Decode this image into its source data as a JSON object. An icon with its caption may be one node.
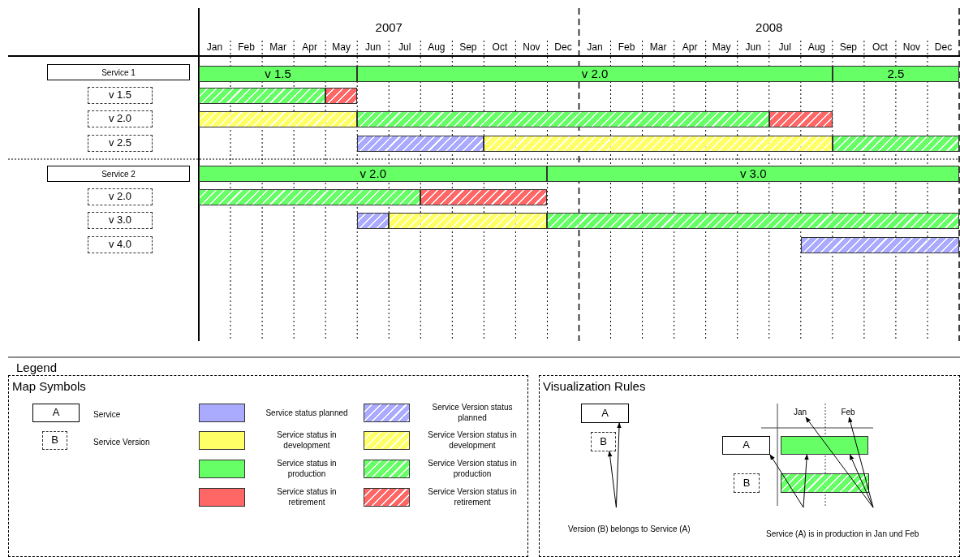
{
  "diagram": {
    "nodes": [
      {
        "text": [
          "Service 1"
        ]
      },
      {
        "text": [
          "v 1.5"
        ]
      },
      {
        "text": [
          "v 2.0"
        ]
      },
      {
        "text": [
          "v 2.5"
        ]
      },
      {
        "text": [
          "Service 2"
        ]
      },
      {
        "text": [
          "v 2.0"
        ]
      },
      {
        "text": [
          "v 3.0"
        ]
      },
      {
        "text": [
          "v 4.0"
        ]
      },
      {
        "text": [
          "v 1.5"
        ]
      },
      {
        "text": [
          "v 2.0"
        ]
      },
      {
        "text": [
          "2.5"
        ]
      },
      {
        "text": [],
        "shape": "bar"
      },
      {
        "text": [],
        "shape": "bar"
      },
      {
        "text": [],
        "shape": "bar"
      },
      {
        "text": [],
        "shape": "bar"
      },
      {
        "text": [],
        "shape": "bar"
      },
      {
        "text": [],
        "shape": "bar"
      },
      {
        "text": [],
        "shape": "bar"
      },
      {
        "text": [],
        "shape": "bar"
      },
      {
        "text": [
          "v 2.0"
        ]
      },
      {
        "text": [
          "v 3.0"
        ]
      },
      {
        "text": [],
        "shape": "bar"
      },
      {
        "text": [],
        "shape": "bar"
      },
      {
        "text": [],
        "shape": "bar"
      },
      {
        "text": [],
        "shape": "bar"
      },
      {
        "text": [],
        "shape": "bar"
      },
      {
        "text": [],
        "shape": "bar"
      },
      {
        "text": [
          "Map Symbols"
        ]
      },
      {
        "text": [
          "A"
        ],
        "in": 27,
        "beside": [
          "Service"
        ]
      },
      {
        "text": [
          "B"
        ],
        "in": 27,
        "beside": [
          "Service Version"
        ]
      },
      {
        "text": [
          "Visualization Rules"
        ]
      },
      {
        "text": [
          "A"
        ],
        "in": 30
      },
      {
        "text": [
          "B"
        ],
        "in": 30
      },
      {
        "text": [
          "Version (B) belongs to Service (A)"
        ],
        "in": 30
      },
      {
        "text": [
          "Jan"
        ],
        "in": 30
      },
      {
        "text": [
          "Feb"
        ],
        "in": 30
      },
      {
        "text": [
          "A"
        ],
        "in": 30
      },
      {
        "text": [],
        "shape": "bar",
        "in": 30
      },
      {
        "text": [
          "B"
        ],
        "in": 30
      },
      {
        "text": [],
        "shape": "bar",
        "in": 30
      },
      {
        "text": [
          "Service (A) is in production in Jan und Feb"
        ],
        "in": 30
      }
    ],
    "edges": [
      {
        "from": 33,
        "to": 32,
        "arrow": "to"
      },
      {
        "from": 33,
        "to": 31,
        "arrow": "to"
      },
      {
        "from": 40,
        "to": 36,
        "arrow": "to"
      },
      {
        "from": 40,
        "to": 37,
        "arrow": "to"
      },
      {
        "from": 40,
        "to": 34,
        "arrow": "to"
      },
      {
        "from": 40,
        "to": 35,
        "arrow": "to"
      },
      {
        "from": 40,
        "to": 37,
        "arrow": "to"
      }
    ],
    "labels": [
      "2007",
      "2008",
      "Jan",
      "Feb",
      "Mar",
      "Apr",
      "May",
      "Jun",
      "Jul",
      "Aug",
      "Sep",
      "Oct",
      "Nov",
      "Dec",
      "Jan",
      "Feb",
      "Mar",
      "Apr",
      "May",
      "Jun",
      "Jul",
      "Aug",
      "Sep",
      "Oct",
      "Nov",
      "Dec",
      "Legend"
    ],
    "legend": [
      {
        "text": "Service status planned",
        "color": "#aaaaff"
      },
      {
        "text": "Service status in development",
        "color": "#ffff66"
      },
      {
        "text": "Service status in production",
        "color": "#66ff66"
      },
      {
        "text": "Service status in retirement",
        "color": "#ff6666"
      },
      {
        "text": "Service Version status planned",
        "color": "#aaaaff"
      },
      {
        "text": "Service Version status in development",
        "color": "#ffff66"
      },
      {
        "text": "Service Version status in production",
        "color": "#66ff66"
      },
      {
        "text": "Service Version status in retirement",
        "color": "#ff6666"
      }
    ]
  }
}
